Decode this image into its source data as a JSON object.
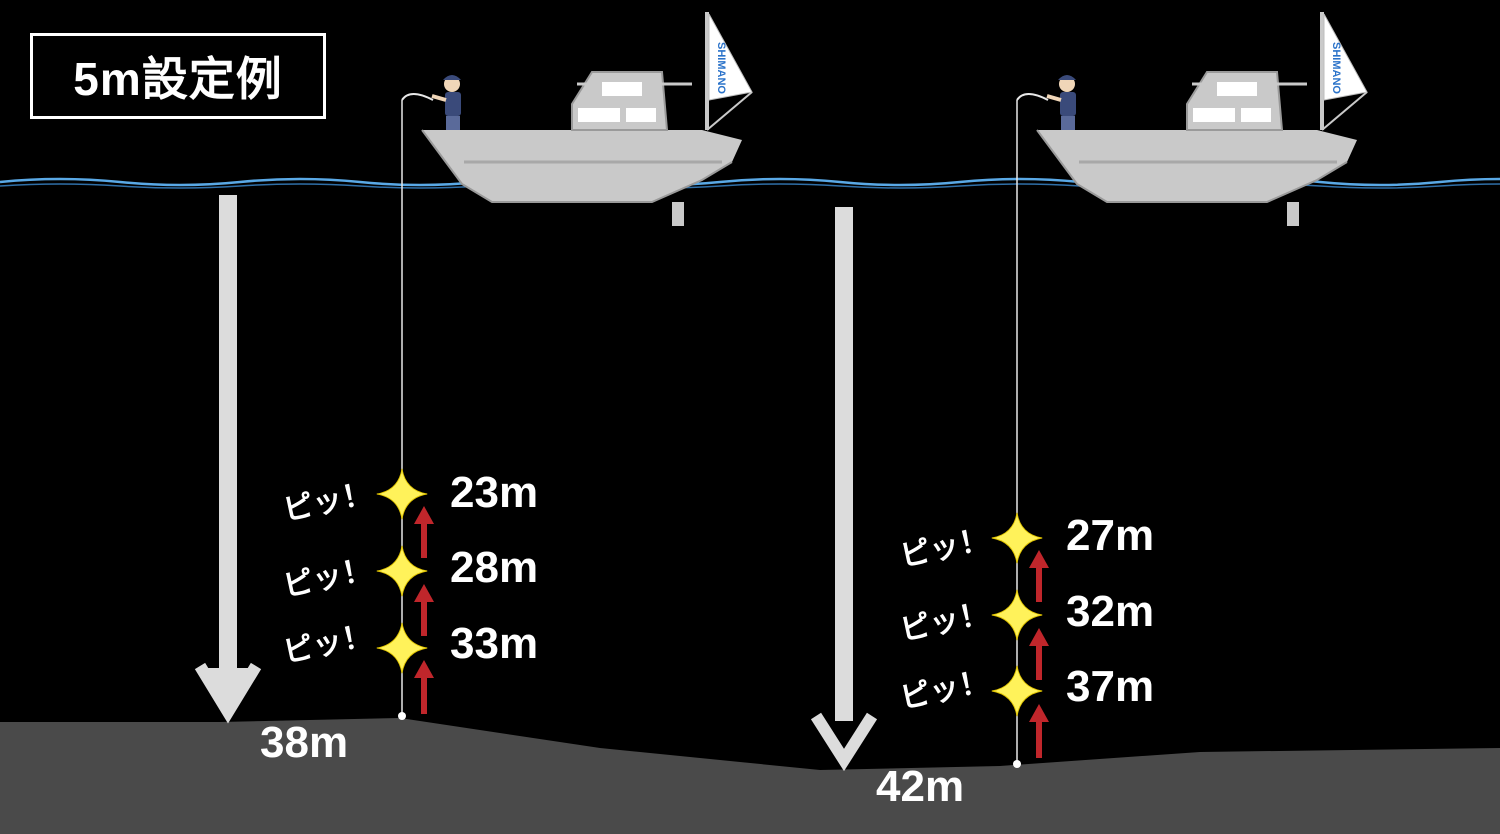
{
  "title": "5m設定例",
  "colors": {
    "background": "#000000",
    "seabed": "#4a4a4a",
    "water_line": "#5aa9e6",
    "arrow_down": "#dcdcdc",
    "arrow_up": "#c0262b",
    "spark": "#fff25a",
    "boat": "#c9c9c9"
  },
  "icons": {
    "boat": "boat-icon",
    "angler": "angler-icon",
    "flag": "flag-icon",
    "spark": "sparkle-icon"
  },
  "panels": [
    {
      "bottom_depth": "38m",
      "flag_text": "SHIMANO",
      "signals": [
        {
          "sound": "ピッ！",
          "depth": "23m"
        },
        {
          "sound": "ピッ！",
          "depth": "28m"
        },
        {
          "sound": "ピッ！",
          "depth": "33m"
        }
      ]
    },
    {
      "bottom_depth": "42m",
      "flag_text": "SHIMANO",
      "signals": [
        {
          "sound": "ピッ！",
          "depth": "27m"
        },
        {
          "sound": "ピッ！",
          "depth": "32m"
        },
        {
          "sound": "ピッ！",
          "depth": "37m"
        }
      ]
    }
  ]
}
